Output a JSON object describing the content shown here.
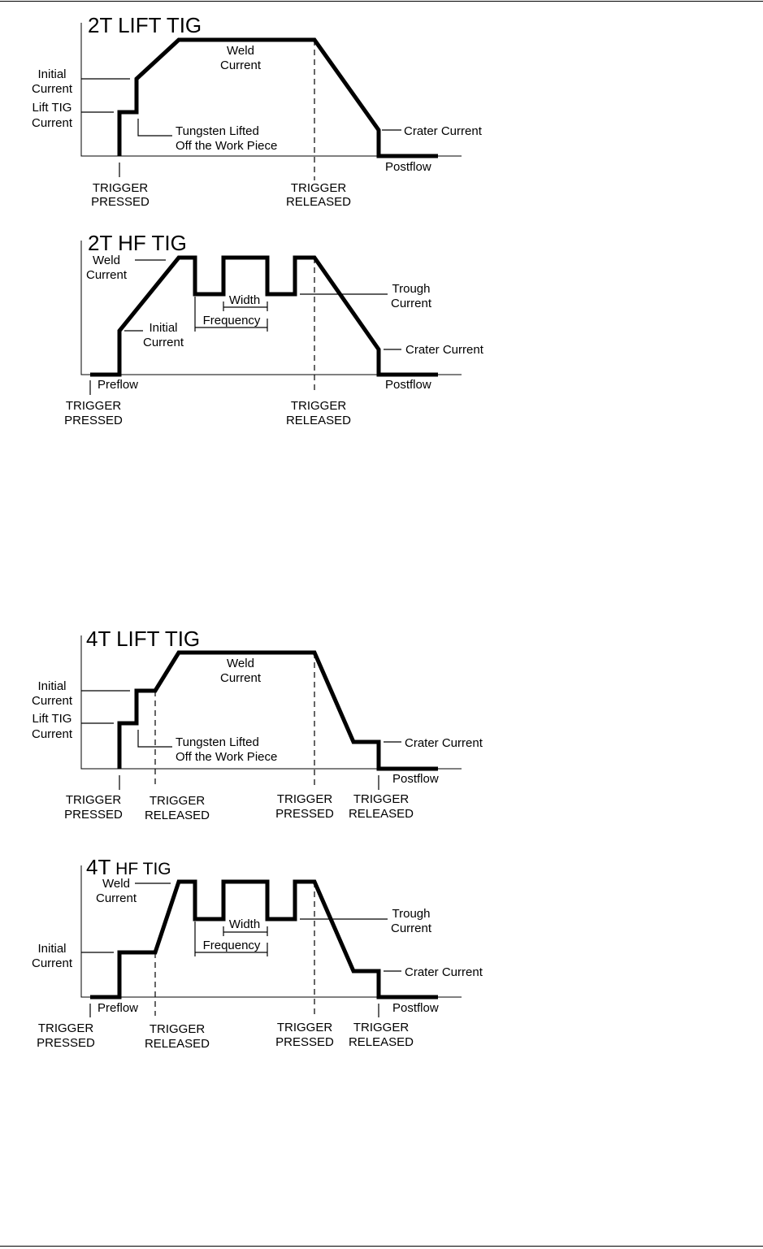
{
  "diagrams": {
    "lift2t": {
      "title": "2T LIFT TIG",
      "weld_current": [
        "Weld",
        "Current"
      ],
      "initial_current": [
        "Initial",
        "Current"
      ],
      "lift_tig_current": [
        "Lift TIG",
        "Current"
      ],
      "tungsten_lifted": [
        "Tungsten Lifted",
        "Off the Work Piece"
      ],
      "crater_current": "Crater Current",
      "postflow": "Postflow",
      "trigger_pressed": [
        "TRIGGER",
        "PRESSED"
      ],
      "trigger_released": [
        "TRIGGER",
        "RELEASED"
      ]
    },
    "hf2t": {
      "title": "2T HF TIG",
      "weld_current": [
        "Weld",
        "Current"
      ],
      "initial_current": [
        "Initial",
        "Current"
      ],
      "width": "Width",
      "frequency": "Frequency",
      "trough_current": [
        "Trough",
        "Current"
      ],
      "crater_current": "Crater Current",
      "preflow": "Preflow",
      "postflow": "Postflow",
      "trigger_pressed": [
        "TRIGGER",
        "PRESSED"
      ],
      "trigger_released": [
        "TRIGGER",
        "RELEASED"
      ]
    },
    "lift4t": {
      "title": "4T LIFT TIG",
      "weld_current": [
        "Weld",
        "Current"
      ],
      "initial_current": [
        "Initial",
        "Current"
      ],
      "lift_tig_current": [
        "Lift TIG",
        "Current"
      ],
      "tungsten_lifted": [
        "Tungsten Lifted",
        "Off the Work Piece"
      ],
      "crater_current": "Crater Current",
      "postflow": "Postflow",
      "trigger_pressed_1": [
        "TRIGGER",
        "PRESSED"
      ],
      "trigger_released_1": [
        "TRIGGER",
        "RELEASED"
      ],
      "trigger_pressed_2": [
        "TRIGGER",
        "PRESSED"
      ],
      "trigger_released_2": [
        "TRIGGER",
        "RELEASED"
      ]
    },
    "hf4t": {
      "title_prefix": "4T",
      "title_suffix": " HF TIG",
      "weld_current": [
        "Weld",
        "Current"
      ],
      "initial_current": [
        "Initial",
        "Current"
      ],
      "width": "Width",
      "frequency": "Frequency",
      "trough_current": [
        "Trough",
        "Current"
      ],
      "crater_current": "Crater Current",
      "preflow": "Preflow",
      "postflow": "Postflow",
      "trigger_pressed_1": [
        "TRIGGER",
        "PRESSED"
      ],
      "trigger_released_1": [
        "TRIGGER",
        "RELEASED"
      ],
      "trigger_pressed_2": [
        "TRIGGER",
        "PRESSED"
      ],
      "trigger_released_2": [
        "TRIGGER",
        "RELEASED"
      ]
    }
  }
}
